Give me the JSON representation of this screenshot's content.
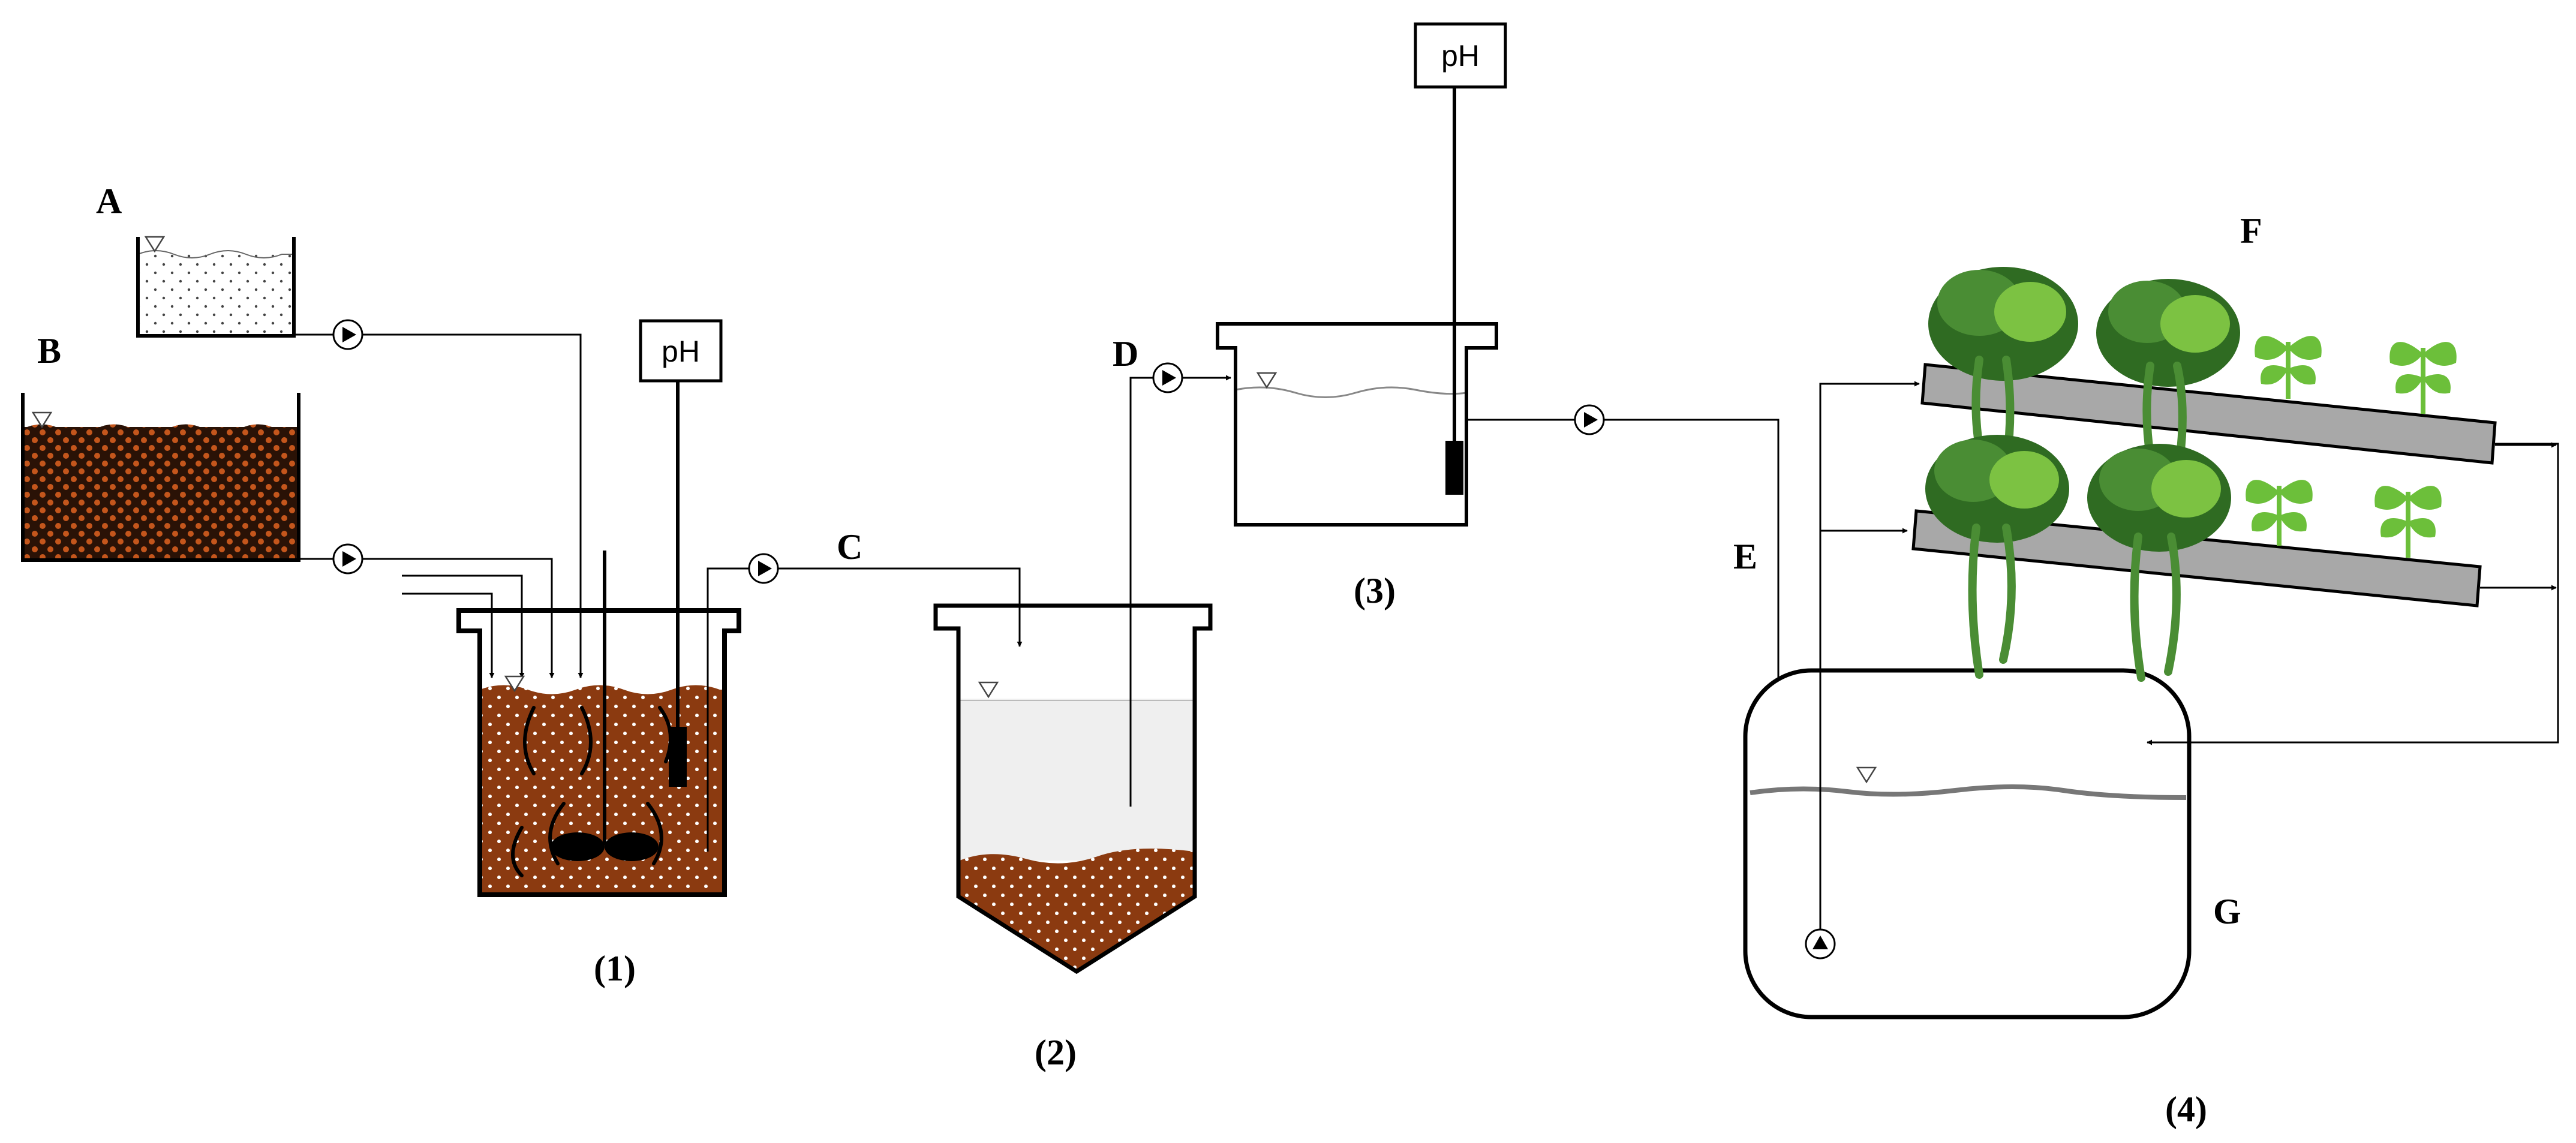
{
  "labels": {
    "A": "A",
    "B": "B",
    "C": "C",
    "D": "D",
    "E": "E",
    "F": "F",
    "G": "G",
    "unit1": "(1)",
    "unit2": "(2)",
    "unit3": "(3)",
    "unit4": "(4)"
  },
  "ph_meters": {
    "meter1": "pH",
    "meter3": "pH"
  },
  "colors": {
    "sludge": "#8B3A10",
    "sludge_dark": "#3a1606",
    "supernatant": "#efefef",
    "trough": "#a8a8a8",
    "leaf_dark": "#2f6b22",
    "leaf_light": "#7cc242"
  }
}
